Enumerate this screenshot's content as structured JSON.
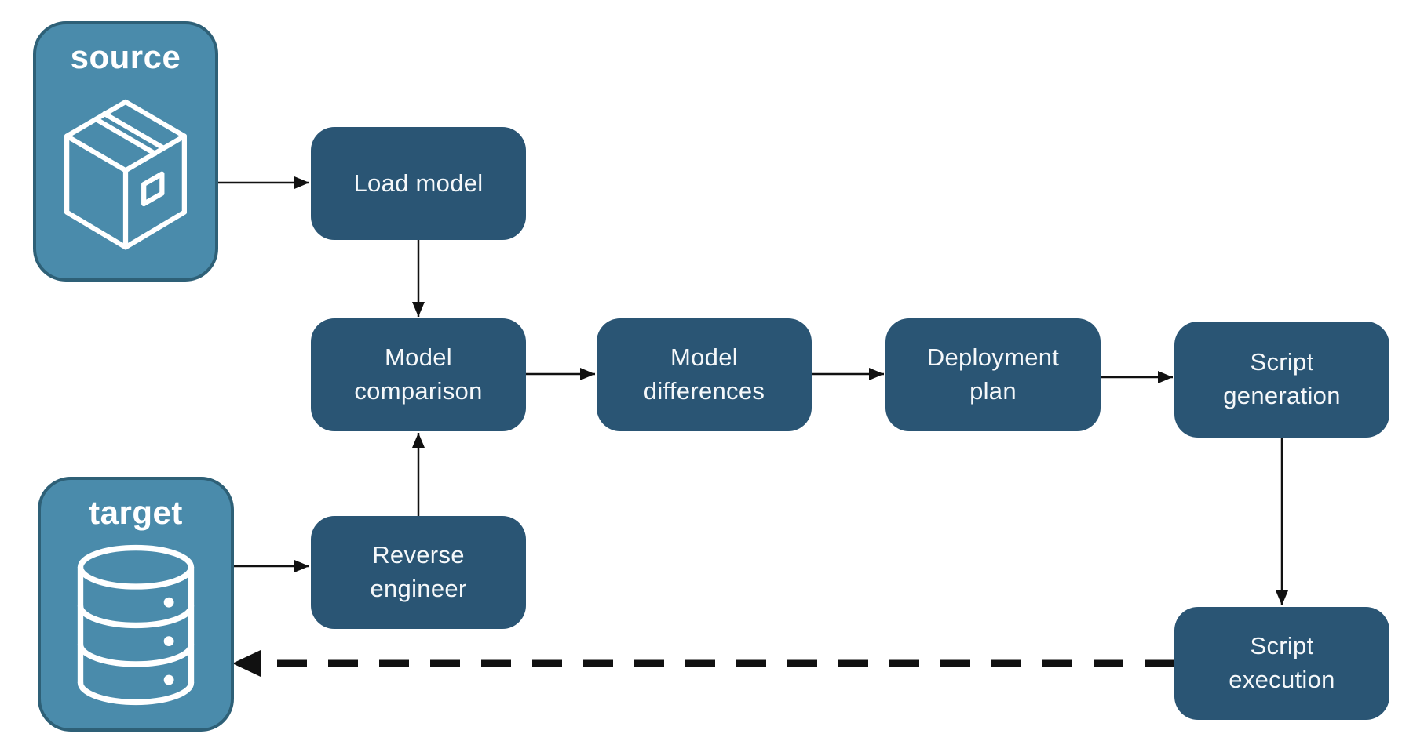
{
  "diagram": {
    "containers": [
      {
        "id": "source",
        "label": "source",
        "icon": "package-icon"
      },
      {
        "id": "target",
        "label": "target",
        "icon": "database-icon"
      }
    ],
    "nodes": [
      {
        "id": "load-model",
        "label": "Load model"
      },
      {
        "id": "model-comparison",
        "label": "Model\ncomparison"
      },
      {
        "id": "model-differences",
        "label": "Model\ndifferences"
      },
      {
        "id": "deployment-plan",
        "label": "Deployment\nplan"
      },
      {
        "id": "script-generation",
        "label": "Script\ngeneration"
      },
      {
        "id": "reverse-engineer",
        "label": "Reverse\nengineer"
      },
      {
        "id": "script-execution",
        "label": "Script\nexecution"
      }
    ],
    "edges": [
      {
        "from": "source",
        "to": "load-model",
        "style": "solid"
      },
      {
        "from": "load-model",
        "to": "model-comparison",
        "style": "solid"
      },
      {
        "from": "target",
        "to": "reverse-engineer",
        "style": "solid"
      },
      {
        "from": "reverse-engineer",
        "to": "model-comparison",
        "style": "solid"
      },
      {
        "from": "model-comparison",
        "to": "model-differences",
        "style": "solid"
      },
      {
        "from": "model-differences",
        "to": "deployment-plan",
        "style": "solid"
      },
      {
        "from": "deployment-plan",
        "to": "script-generation",
        "style": "solid"
      },
      {
        "from": "script-generation",
        "to": "script-execution",
        "style": "solid"
      },
      {
        "from": "script-execution",
        "to": "target",
        "style": "dashed"
      }
    ],
    "colors": {
      "node_fill": "#2A5574",
      "container_fill": "#4A8BAB",
      "container_border": "#2E6077",
      "text": "#FFFFFF",
      "arrow": "#111111",
      "background": "#FFFFFF"
    }
  }
}
